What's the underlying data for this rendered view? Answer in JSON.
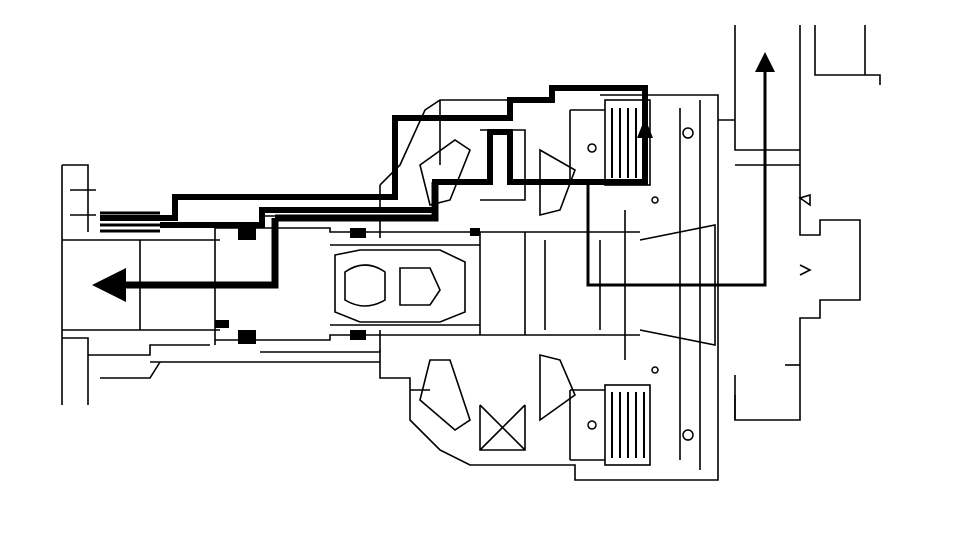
{
  "diagram": {
    "background": "#ffffff",
    "line_color": "#000000",
    "flow_paths": 4,
    "arrow_directions": [
      "left",
      "up",
      "up"
    ]
  }
}
